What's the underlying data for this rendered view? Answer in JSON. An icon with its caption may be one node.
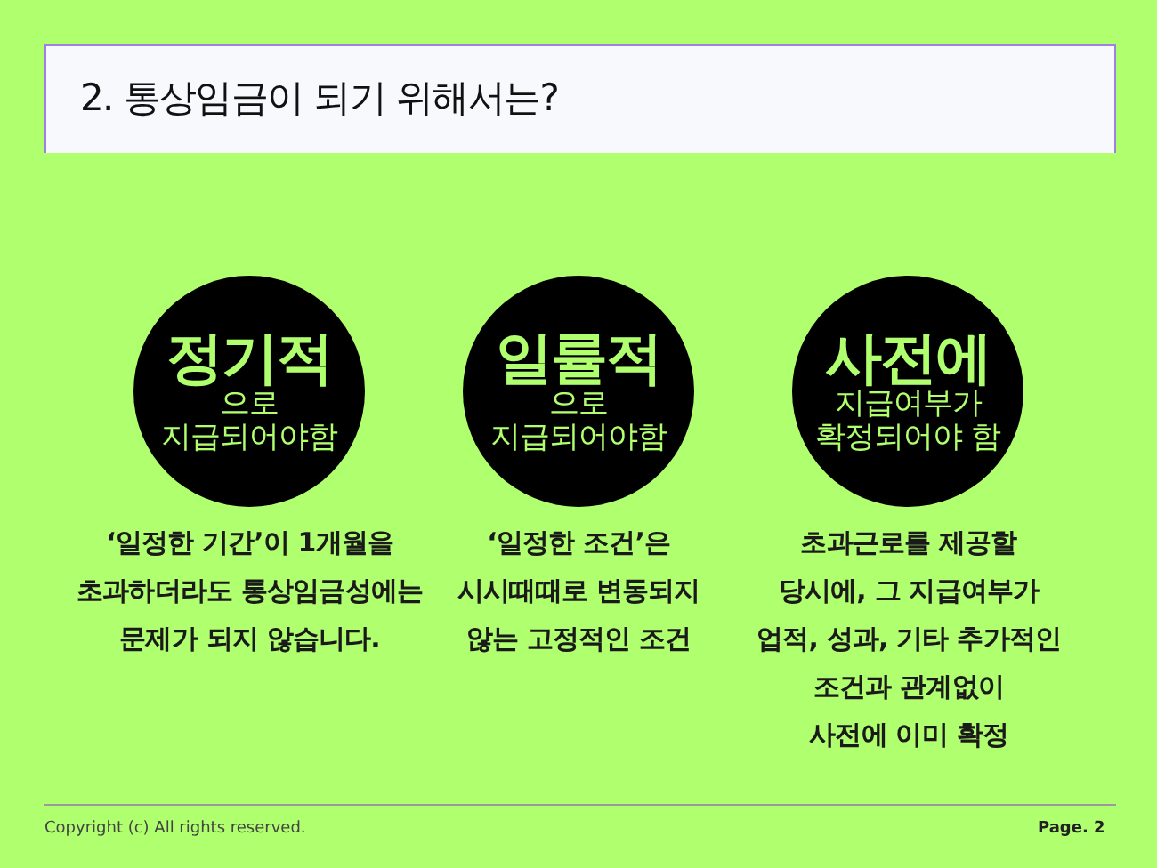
{
  "diagram": {
    "title": "2. 통상임금이 되기 위해서는?",
    "nodes": [
      {
        "text": [
          "정기적",
          "으로 지급되어야함"
        ],
        "beside": [
          "‘일정한 기간’이 1개월을 초과하더라도 통상임금성에는 문제가 되지 않습니다."
        ]
      },
      {
        "text": [
          "일률적",
          "으로 지급되어야함"
        ],
        "beside": [
          "‘일정한 조건’은 시시때때로 변동되지 않는 고정적인 조건"
        ]
      },
      {
        "text": [
          "사전에",
          "지급여부가 확정되어야 함"
        ],
        "beside": [
          "초과근로를 제공할 당시에, 그 지급여부가 업적, 성과, 기타 추가적인 조건과 관계없이 사전에 이미 확정"
        ]
      }
    ],
    "labels": [
      "Copyright (c) All rights reserved.",
      "Page. 2"
    ]
  }
}
